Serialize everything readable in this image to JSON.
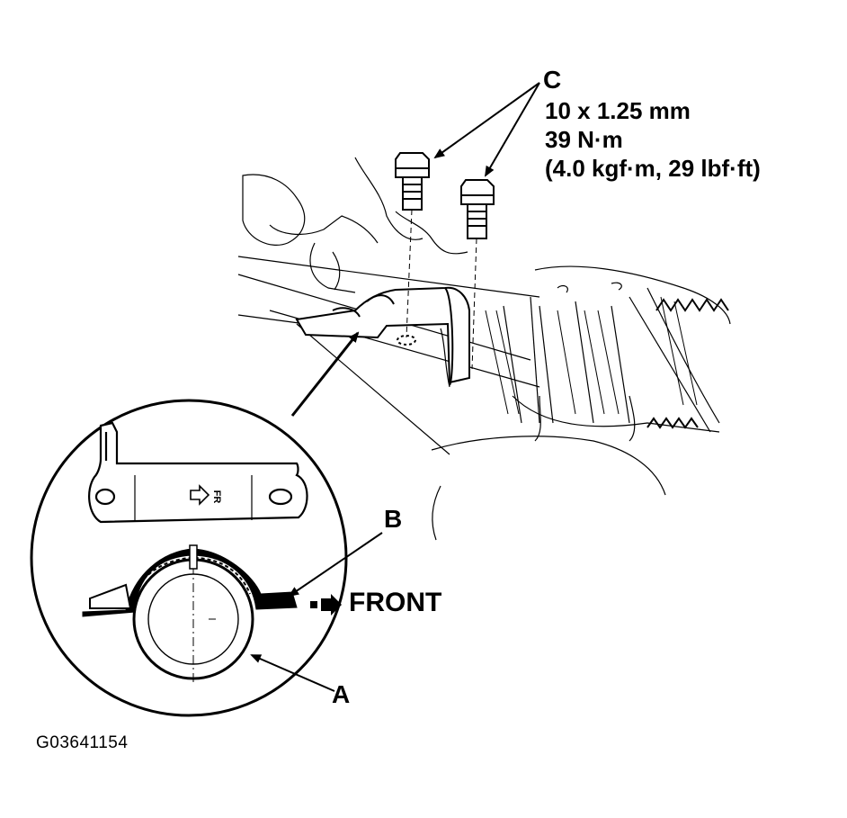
{
  "callouts": {
    "a": "A",
    "b": "B",
    "c": "C"
  },
  "fastener_spec": {
    "size": "10 x 1.25 mm",
    "torque_nm": "39 N·m",
    "torque_alt": "(4.0 kgf·m, 29 lbf·ft)"
  },
  "bracket_marking": "FR",
  "direction_label": "FRONT",
  "figure_id": "G03641154",
  "colors": {
    "ink": "#000000",
    "background": "#ffffff"
  }
}
